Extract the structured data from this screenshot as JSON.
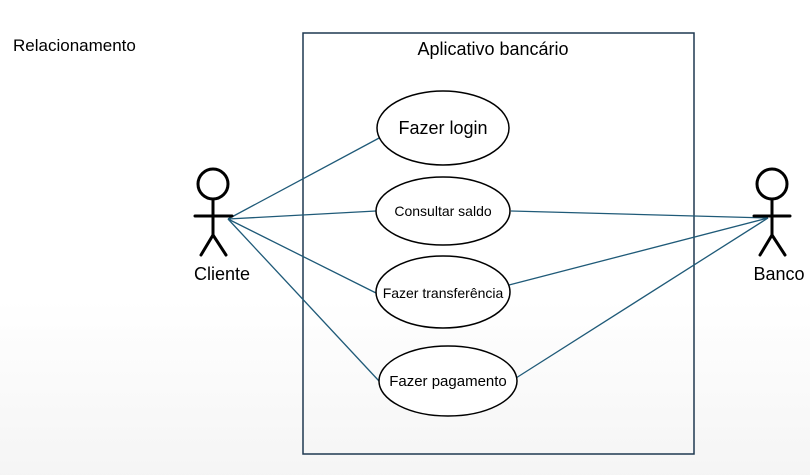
{
  "section_label": "Relacionamento",
  "system": {
    "title": "Aplicativo bancário"
  },
  "actors": {
    "client": {
      "label": "Cliente"
    },
    "bank": {
      "label": "Banco"
    }
  },
  "use_cases": [
    {
      "id": "login",
      "label": "Fazer login"
    },
    {
      "id": "saldo",
      "label": "Consultar saldo"
    },
    {
      "id": "transferencia",
      "label": "Fazer transferência"
    },
    {
      "id": "pagamento",
      "label": "Fazer pagamento"
    }
  ],
  "colors": {
    "line": "#1f5a78",
    "boundary": "#1f3850",
    "stroke": "#000000"
  }
}
